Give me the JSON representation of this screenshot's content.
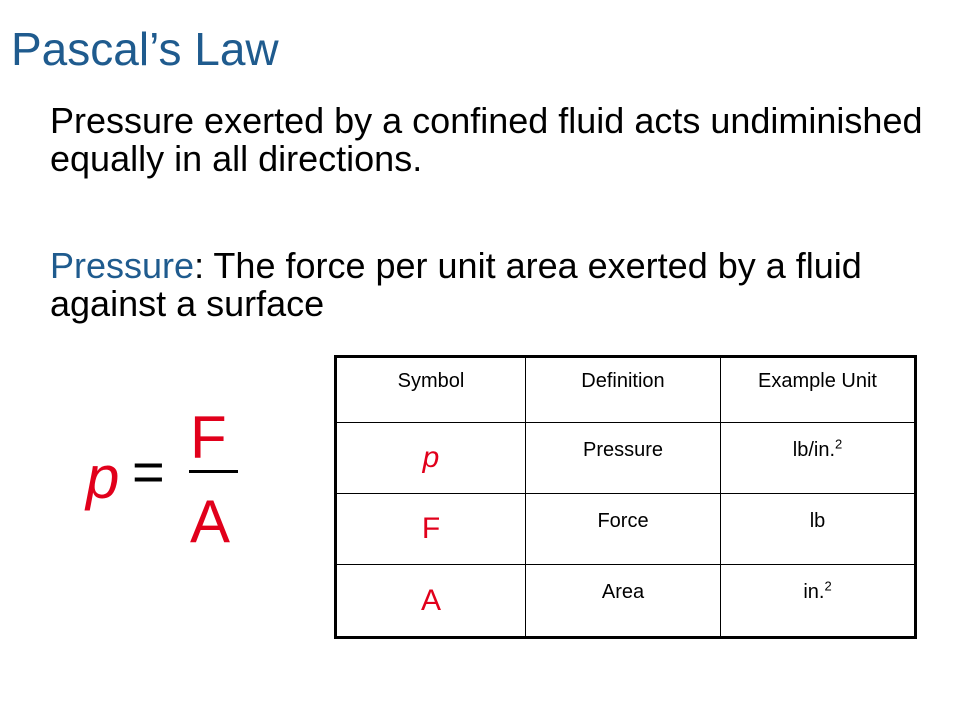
{
  "title": "Pascal’s Law",
  "statement": "Pressure exerted by a confined fluid acts undiminished equally in all directions.",
  "definition": {
    "term": "Pressure",
    "separator": ":",
    "text": " The force per unit area exerted by a fluid against a surface"
  },
  "formula": {
    "lhs": "p",
    "equals": "=",
    "numerator": "F",
    "denominator": "A"
  },
  "table": {
    "headers": [
      "Symbol",
      "Definition",
      "Example Unit"
    ],
    "rows": [
      {
        "symbol": "p",
        "definition": "Pressure",
        "unit": "lb/in.",
        "unit_sup": "2"
      },
      {
        "symbol": "F",
        "definition": "Force",
        "unit": "lb",
        "unit_sup": ""
      },
      {
        "symbol": "A",
        "definition": "Area",
        "unit": "in.",
        "unit_sup": "2"
      }
    ]
  },
  "colors": {
    "heading_blue": "#1f5b8e",
    "symbol_red": "#e1001b"
  }
}
